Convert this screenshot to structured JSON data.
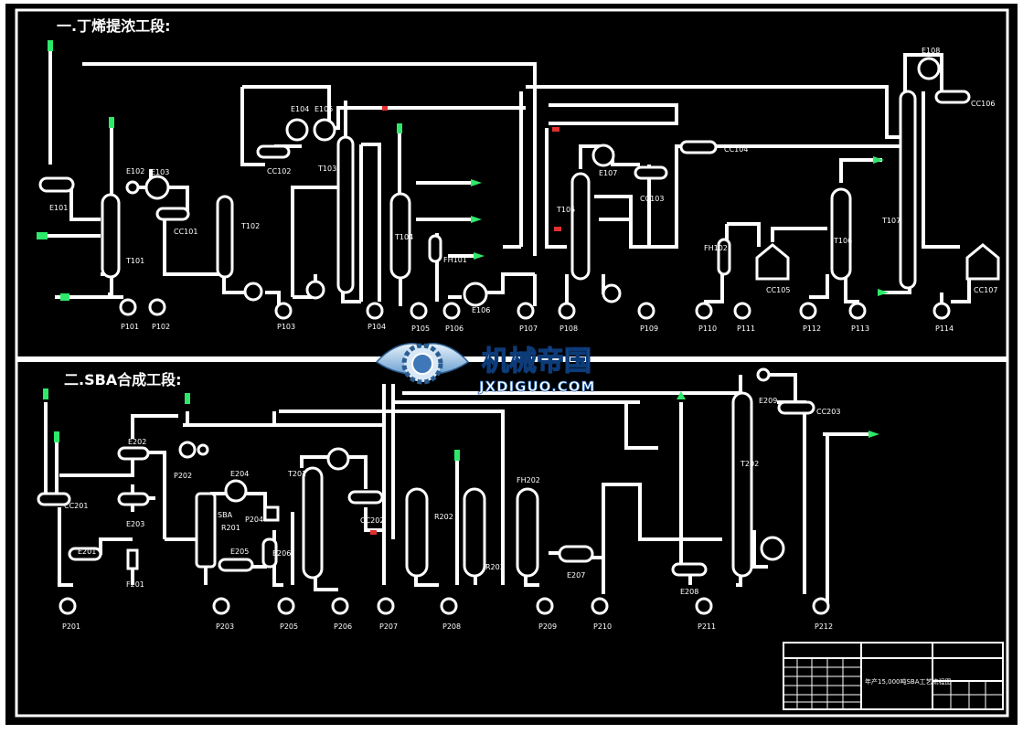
{
  "sections": {
    "upper_title": "一.丁烯提浓工段:",
    "lower_title": "二.SBA合成工段:"
  },
  "watermark": {
    "brand_cn": "机械帝国",
    "brand_en": "JXDIGUO.COM"
  },
  "upper": {
    "equipment": [
      "E101",
      "E102",
      "E103",
      "CC101",
      "T101",
      "T102",
      "E104",
      "E105",
      "CC102",
      "T103",
      "T104",
      "FH101",
      "E106",
      "E107",
      "T105",
      "CC103",
      "CC104",
      "FH102",
      "T106",
      "CC105",
      "T107",
      "E108",
      "CC106",
      "CC107"
    ],
    "pumps": [
      "P101",
      "P102",
      "P103",
      "P104",
      "P105",
      "P106",
      "P107",
      "P108",
      "P109",
      "P110",
      "P111",
      "P112",
      "P113",
      "P114"
    ]
  },
  "lower": {
    "equipment": [
      "CC201",
      "E202",
      "E203",
      "E201",
      "P202",
      "F201",
      "E204",
      "R201",
      "P204",
      "E205",
      "E206",
      "T201",
      "CC202",
      "R202",
      "R203",
      "FH202",
      "E207",
      "E208",
      "E209",
      "T202",
      "CC203"
    ],
    "pumps": [
      "P201",
      "P203",
      "P205",
      "P206",
      "P207",
      "P208",
      "P209",
      "P210",
      "P211",
      "P212"
    ],
    "labels": {
      "sba": "SBA"
    }
  },
  "title_block": {
    "drawing_name": "年产15,000吨SBA工艺流程图"
  },
  "colors": {
    "background": "#000000",
    "line": "#ffffff",
    "accent_green": "#2ee86a",
    "accent_red": "#e03030"
  }
}
